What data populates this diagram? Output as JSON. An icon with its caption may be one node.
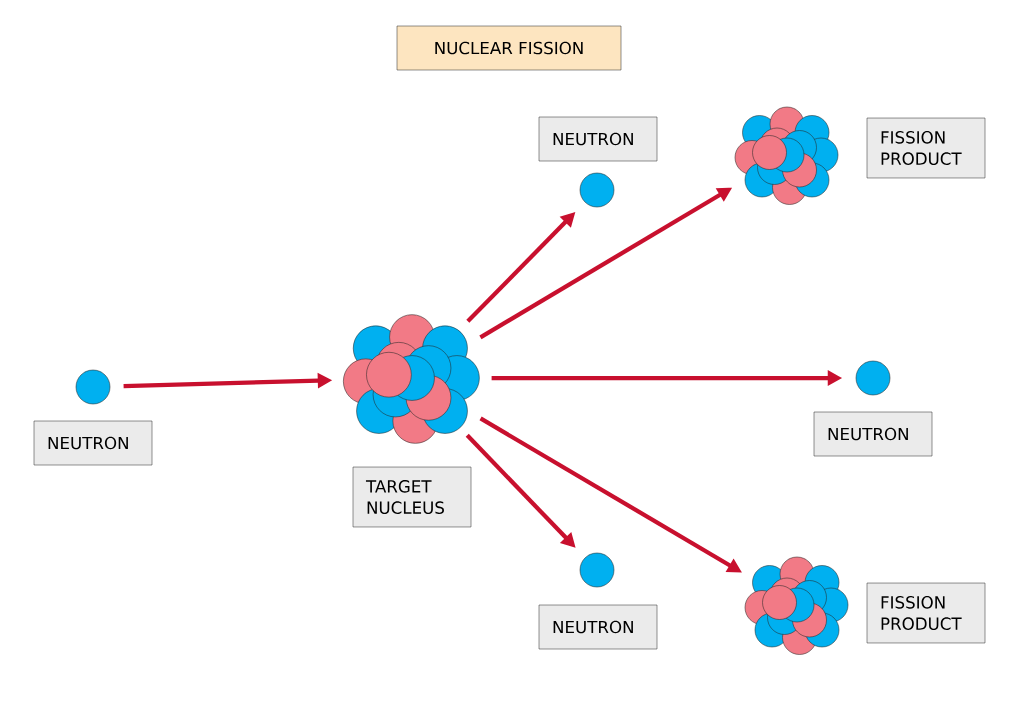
{
  "diagram": {
    "title": "NUCLEAR FISSION",
    "nodes": [
      {
        "text": [],
        "shape": "circle"
      },
      {
        "text": [
          "NEUTRON"
        ]
      },
      {
        "text": [],
        "shape": "picture"
      },
      {
        "text": [
          "TARGET NUCLEUS"
        ]
      },
      {
        "text": [
          "NEUTRON"
        ]
      },
      {
        "text": [],
        "shape": "circle"
      },
      {
        "text": [],
        "shape": "picture"
      },
      {
        "text": [
          "FISSION PRODUCT"
        ]
      },
      {
        "text": [],
        "shape": "circle"
      },
      {
        "text": [
          "NEUTRON"
        ]
      },
      {
        "text": [],
        "shape": "circle"
      },
      {
        "text": [
          "NEUTRON"
        ]
      },
      {
        "text": [],
        "shape": "picture"
      },
      {
        "text": [
          "FISSION PRODUCT"
        ]
      }
    ],
    "edges": [
      {
        "from": 0,
        "to": 2,
        "arrow": "to"
      },
      {
        "from": 2,
        "to": 5,
        "arrow": "to"
      },
      {
        "from": 2,
        "to": 6,
        "arrow": "to"
      },
      {
        "from": 2,
        "to": 8,
        "arrow": "to"
      },
      {
        "from": 2,
        "to": 10,
        "arrow": "to"
      },
      {
        "from": 2,
        "to": 12,
        "arrow": "to"
      }
    ]
  }
}
